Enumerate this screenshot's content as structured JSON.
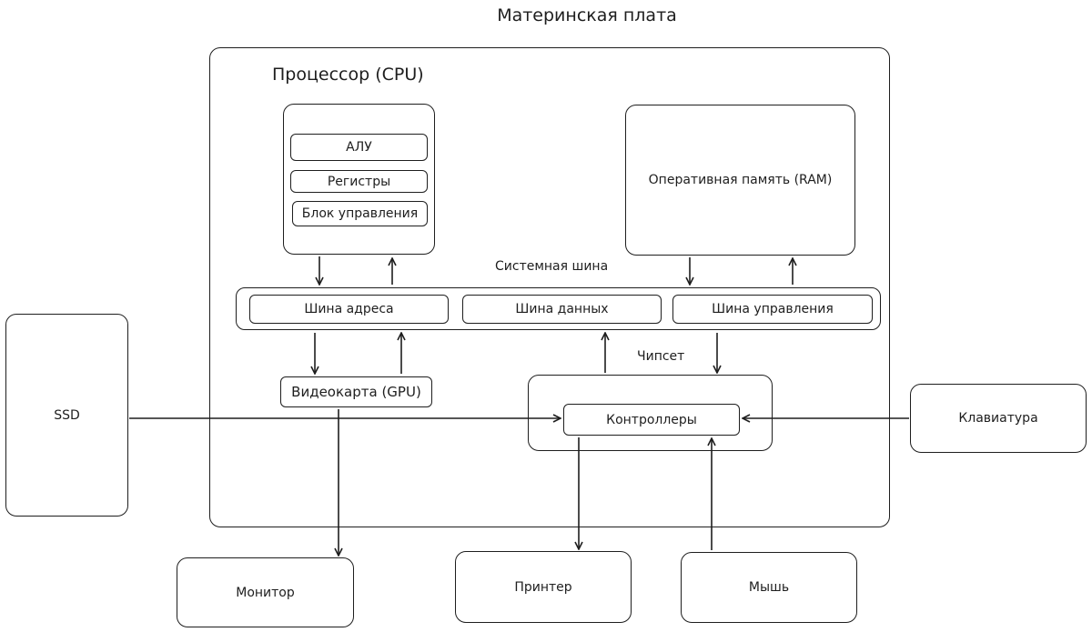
{
  "motherboard": {
    "title": "Материнская плата",
    "cpu": {
      "title": "Процессор (CPU)",
      "components": [
        "АЛУ",
        "Регистры",
        "Блок управления"
      ]
    },
    "ram": {
      "label": "Оперативная память (RAM)"
    },
    "system_bus": {
      "label": "Системная шина",
      "lanes": [
        "Шина адреса",
        "Шина данных",
        "Шина управления"
      ]
    },
    "gpu": {
      "label": "Видеокарта (GPU)"
    },
    "chipset": {
      "label": "Чипсет",
      "controllers": "Контроллеры"
    }
  },
  "peripherals": {
    "ssd": "SSD",
    "keyboard": "Клавиатура",
    "monitor": "Монитор",
    "printer": "Принтер",
    "mouse": "Мышь"
  }
}
